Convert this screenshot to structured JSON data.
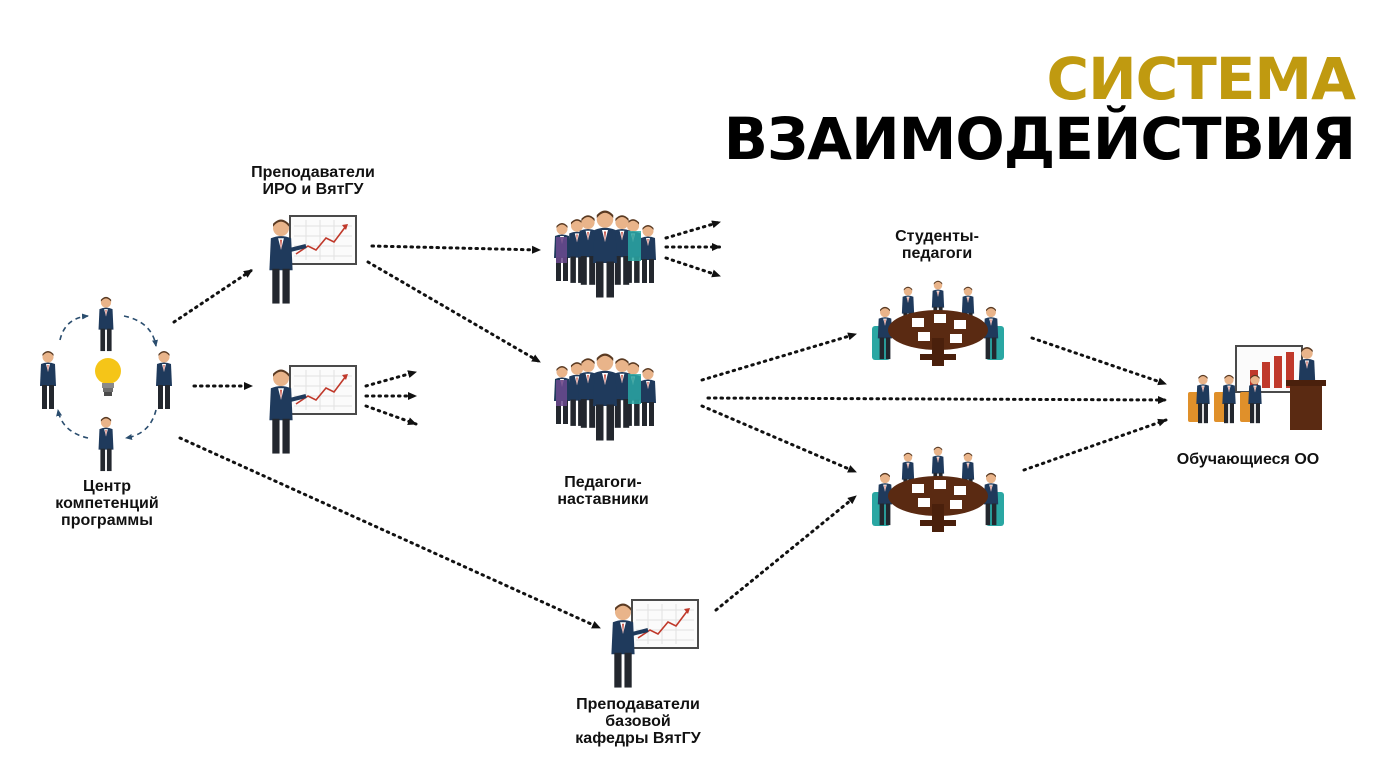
{
  "title": {
    "line1": "СИСТЕМА",
    "line2": "ВЗАИМОДЕЙСТВИЯ"
  },
  "colors": {
    "accent": "#c09a10",
    "suit": "#1f3a5c",
    "table": "#5a2a12",
    "chair": "#2aa7a3"
  },
  "labels": {
    "iro": [
      "Преподаватели",
      "ИРО и ВятГУ"
    ],
    "center": [
      "Центр",
      "компетенций",
      "программы"
    ],
    "mentors": [
      "Педагоги-",
      "наставники"
    ],
    "students": [
      "Студенты-",
      "педагоги"
    ],
    "learners": [
      "Обучающиеся ОО"
    ],
    "dept": [
      "Преподаватели",
      "базовой",
      "кафедры ВятГУ"
    ]
  }
}
